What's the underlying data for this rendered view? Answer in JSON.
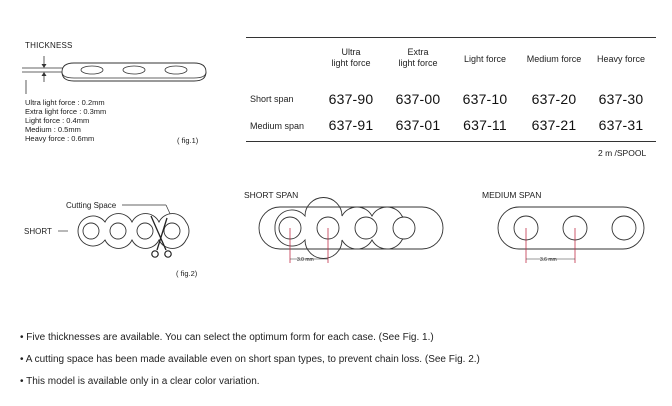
{
  "fig1": {
    "title": "THICKNESS",
    "items": [
      "Ultra light force : 0.2mm",
      "Extra light force : 0.3mm",
      "Light force : 0.4mm",
      "Medium : 0.5mm",
      "Heavy force : 0.6mm"
    ],
    "caption": "( fig.1)"
  },
  "table": {
    "columns": [
      [
        "Ultra",
        "light force"
      ],
      [
        "Extra",
        "light force"
      ],
      [
        "Light force"
      ],
      [
        "Medium force"
      ],
      [
        "Heavy force"
      ]
    ],
    "rows": [
      {
        "label": "Short span",
        "codes": [
          "637-90",
          "637-00",
          "637-10",
          "637-20",
          "637-30"
        ]
      },
      {
        "label": "Medium span",
        "codes": [
          "637-91",
          "637-01",
          "637-11",
          "637-21",
          "637-31"
        ]
      }
    ],
    "unit_note": "2 m /SPOOL"
  },
  "fig2": {
    "cutting_space_label": "Cutting Space",
    "short_label": "SHORT",
    "caption": "( fig.2)"
  },
  "short_span": {
    "title": "SHORT SPAN",
    "dimension": "3.0 mm"
  },
  "medium_span": {
    "title": "MEDIUM SPAN",
    "dimension": "3.6 mm"
  },
  "notes": [
    "• Five thicknesses are available. You can select the optimum form for each case. (See Fig. 1.)",
    "• A cutting space has been made available even on short span types, to prevent chain loss. (See Fig. 2.)",
    "• This model is available only in a clear color variation."
  ],
  "colors": {
    "line": "#333333",
    "accent": "#c0304a"
  }
}
